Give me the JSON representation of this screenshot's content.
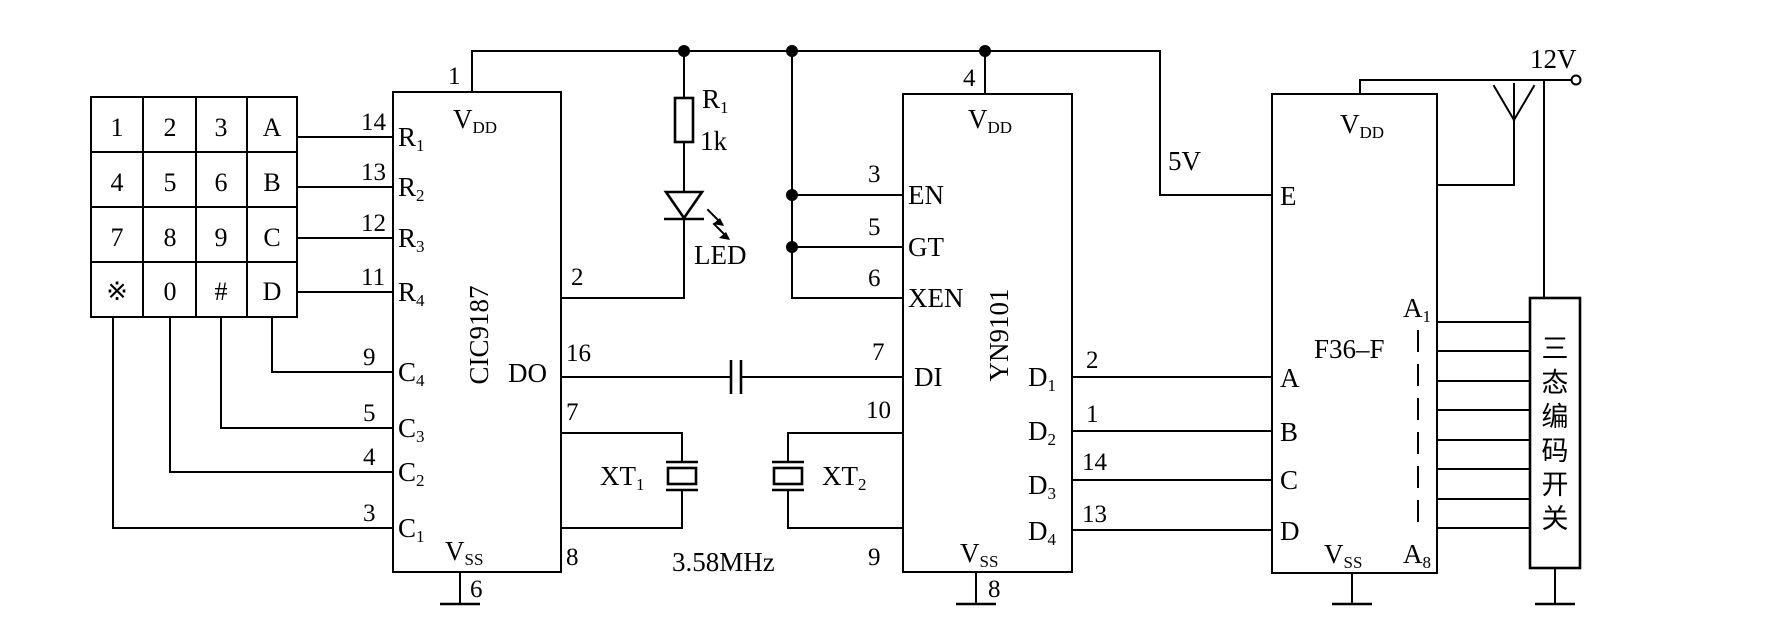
{
  "keypad": {
    "keys": [
      "1",
      "2",
      "3",
      "A",
      "4",
      "5",
      "6",
      "B",
      "7",
      "8",
      "9",
      "C",
      "※",
      "0",
      "#",
      "D"
    ]
  },
  "u1": {
    "name": "CIC9187",
    "vdd": "V",
    "vdd_sub": "DD",
    "vss": "V",
    "vss_sub": "SS",
    "rows": [
      {
        "label": "R",
        "sub": "1",
        "pin": "14"
      },
      {
        "label": "R",
        "sub": "2",
        "pin": "13"
      },
      {
        "label": "R",
        "sub": "3",
        "pin": "12"
      },
      {
        "label": "R",
        "sub": "4",
        "pin": "11"
      }
    ],
    "cols": [
      {
        "label": "C",
        "sub": "4",
        "pin": "9"
      },
      {
        "label": "C",
        "sub": "3",
        "pin": "5"
      },
      {
        "label": "C",
        "sub": "2",
        "pin": "4"
      },
      {
        "label": "C",
        "sub": "1",
        "pin": "3"
      }
    ],
    "do_label": "DO",
    "pins": {
      "vdd": "1",
      "led": "2",
      "do": "16",
      "xt_a": "7",
      "xt_b": "8",
      "vss": "6"
    }
  },
  "r1": {
    "label": "R",
    "sub": "1",
    "value": "1k"
  },
  "led": {
    "label": "LED"
  },
  "xt1": {
    "label": "XT",
    "sub": "1"
  },
  "xt2": {
    "label": "XT",
    "sub": "2"
  },
  "freq": "3.58MHz",
  "u2": {
    "name": "YN9101",
    "vdd": "V",
    "vdd_sub": "DD",
    "vss": "V",
    "vss_sub": "SS",
    "left_pins": [
      {
        "label": "EN",
        "pin": "3"
      },
      {
        "label": "GT",
        "pin": "5"
      },
      {
        "label": "XEN",
        "pin": "6"
      },
      {
        "label": "DI",
        "pin": "7"
      }
    ],
    "outs": [
      {
        "label": "D",
        "sub": "1",
        "pin": "2"
      },
      {
        "label": "D",
        "sub": "2",
        "pin": "1"
      },
      {
        "label": "D",
        "sub": "3",
        "pin": "14"
      },
      {
        "label": "D",
        "sub": "4",
        "pin": "13"
      }
    ],
    "pins": {
      "vdd": "4",
      "xt_a": "10",
      "xt_b": "9",
      "vss": "8"
    }
  },
  "v5": "5V",
  "v12": "12V",
  "u3": {
    "name": "F36–F",
    "vdd": "V",
    "vdd_sub": "DD",
    "vss": "V",
    "vss_sub": "SS",
    "e": "E",
    "inputs": [
      "A",
      "B",
      "C",
      "D"
    ],
    "a1": "A",
    "a1_sub": "1",
    "a8": "A",
    "a8_sub": "8"
  },
  "sw": {
    "chars": [
      "三",
      "态",
      "编",
      "码",
      "开",
      "关"
    ]
  }
}
